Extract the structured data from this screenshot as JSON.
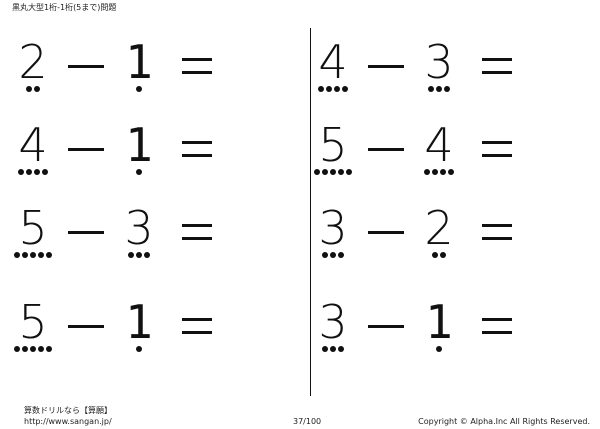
{
  "header": {
    "title": "黒丸大型1桁-1桁(5まで)問題"
  },
  "problems": [
    {
      "a": "2",
      "a_dots": 2,
      "op": "−",
      "b": "1",
      "b_dots": 1,
      "eq": "="
    },
    {
      "a": "4",
      "a_dots": 4,
      "op": "−",
      "b": "3",
      "b_dots": 3,
      "eq": "="
    },
    {
      "a": "4",
      "a_dots": 4,
      "op": "−",
      "b": "1",
      "b_dots": 1,
      "eq": "="
    },
    {
      "a": "5",
      "a_dots": 5,
      "op": "−",
      "b": "4",
      "b_dots": 4,
      "eq": "="
    },
    {
      "a": "5",
      "a_dots": 5,
      "op": "−",
      "b": "3",
      "b_dots": 3,
      "eq": "="
    },
    {
      "a": "3",
      "a_dots": 3,
      "op": "−",
      "b": "2",
      "b_dots": 2,
      "eq": "="
    },
    {
      "a": "5",
      "a_dots": 5,
      "op": "−",
      "b": "1",
      "b_dots": 1,
      "eq": "="
    },
    {
      "a": "3",
      "a_dots": 3,
      "op": "−",
      "b": "1",
      "b_dots": 1,
      "eq": "="
    }
  ],
  "footer": {
    "brand": "算数ドリルなら【算願】",
    "url": "http://www.sangan.jp/",
    "page": "37/100",
    "copyright": "Copyright © Alpha.Inc All Rights Reserved."
  }
}
